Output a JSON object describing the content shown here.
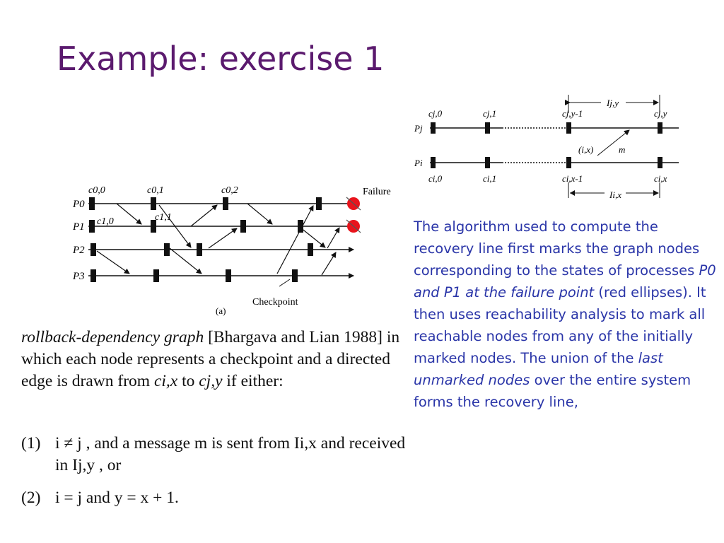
{
  "slide": {
    "title": "Example: exercise 1"
  },
  "diagram_a": {
    "process_labels": [
      "P0",
      "P1",
      "P2",
      "P3"
    ],
    "checkpoint_labels": [
      "c0,0",
      "c0,1",
      "c0,2",
      "c1,0",
      "c1,1"
    ],
    "failure_label": "Failure",
    "checkpoint_label": "Checkpoint",
    "caption": "(a)",
    "failure_marker_color": "#e8141c"
  },
  "diagram_b": {
    "process_labels": [
      "Pj",
      "Pi"
    ],
    "top_checkpoints": [
      "cj,0",
      "cj,1",
      "cj,y-1",
      "cj,y"
    ],
    "bottom_checkpoints": [
      "ci,0",
      "ci,1",
      "ci,x-1",
      "ci,x"
    ],
    "interval_top": "Ij,y",
    "interval_bottom": "Ii,x",
    "event_label": "(i,x)",
    "message_label": "m"
  },
  "definition": {
    "term": "rollback-dependency graph",
    "citation": "[Bhargava and Lian 1988]",
    "body": "in which each node represents a checkpoint and a directed edge is drawn from",
    "from_node": "ci,x",
    "to_word": "to",
    "to_node": "cj,y",
    "tail": "if either:"
  },
  "conditions": [
    {
      "num": "(1)",
      "text": "i ≠ j , and a message m is sent from Ii,x and received in Ij,y , or"
    },
    {
      "num": "(2)",
      "text": "i = j  and  y = x + 1."
    }
  ],
  "explanation": {
    "part1": "The algorithm used to compute the recovery line first marks the graph nodes corresponding to the states of processes ",
    "emph1": "P0 and P1 at the failure point",
    "part2": " (red ellipses). It then uses reachability analysis   to mark all reachable nodes from any of the initially marked nodes. The union of the ",
    "emph2": "last unmarked nodes",
    "part3": " over the entire system forms the recovery line,"
  }
}
